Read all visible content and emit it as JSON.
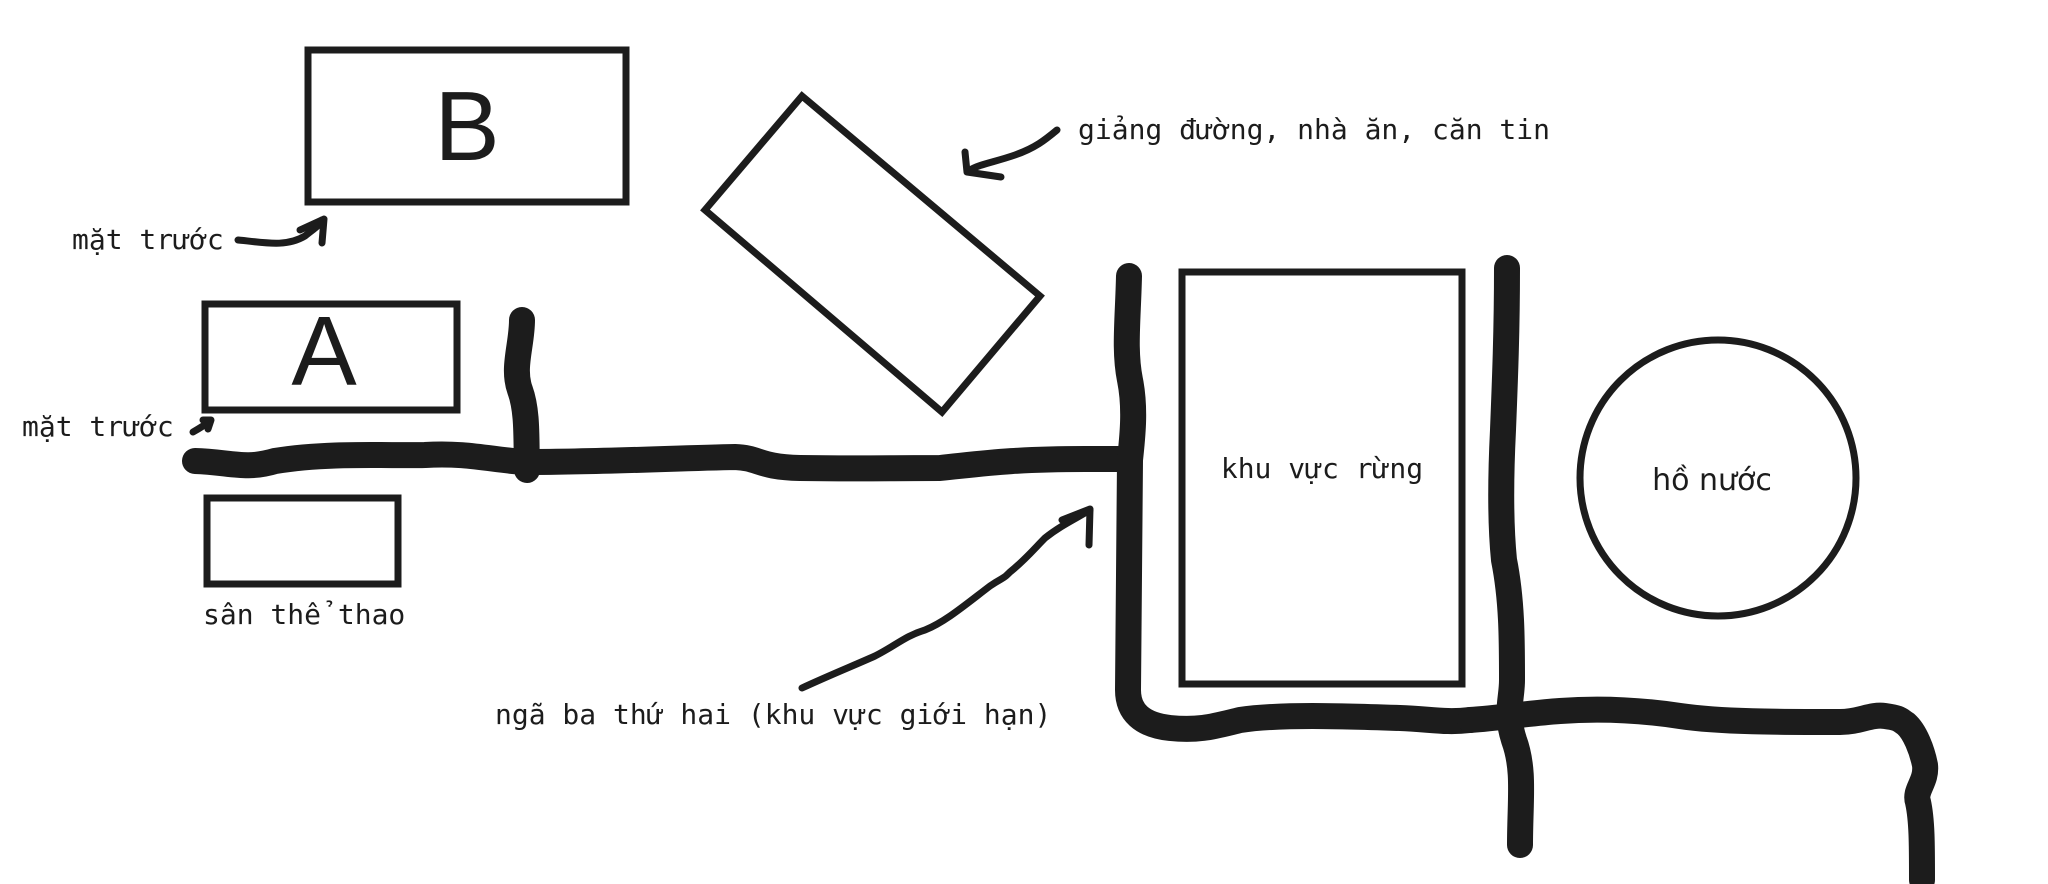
{
  "map": {
    "buildings": {
      "building_b": "B",
      "building_a": "A"
    },
    "labels": {
      "front_b": "mặt trước",
      "front_a": "mặt trước",
      "sports_field": "sân thể thao",
      "lecture_hall": "giảng đường, nhà ăn, căn tin",
      "second_junction": "ngã ba thứ hai (khu vực giới hạn)",
      "forest_area": "khu vực rừng",
      "lake": "hồ nước"
    }
  }
}
